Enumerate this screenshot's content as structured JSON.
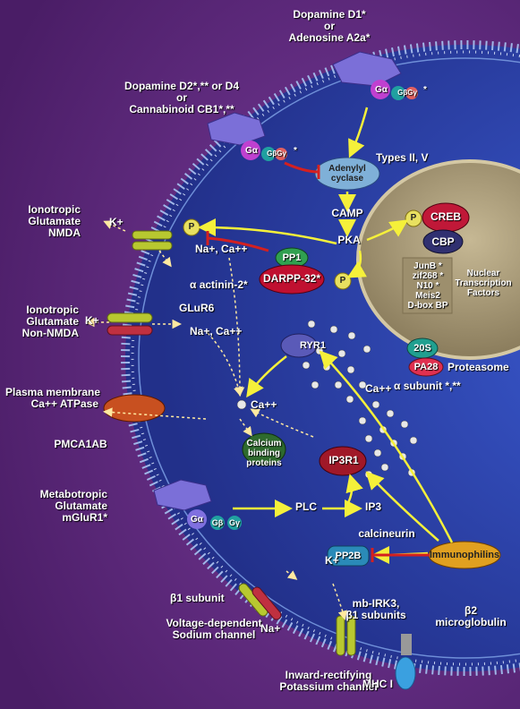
{
  "receptors": {
    "d1_line1": "Dopamine D1*",
    "d1_line2": "or",
    "d1_line3": "Adenosine A2a*",
    "d2_line1": "Dopamine D2*,** or D4",
    "d2_line2": "or",
    "d2_line3": "Cannabinoid CB1*,**",
    "nmda_line1": "Ionotropic",
    "nmda_line2": "Glutamate",
    "nmda_line3": "NMDA",
    "nonnmda_line1": "Ionotropic",
    "nonnmda_line2": "Glutamate",
    "nonnmda_line3": "Non-NMDA",
    "glur6": "GLuR6",
    "pmca_line1": "Plasma membrane",
    "pmca_line2": "Ca++ ATPase",
    "pmca1ab": "PMCA1AB",
    "mglu_line1": "Metabotropic",
    "mglu_line2": "Glutamate",
    "mglu_line3": "mGluR1*",
    "beta1": "β1 subunit",
    "vdsc_line1": "Voltage-dependent",
    "vdsc_line2": "Sodium channel",
    "irk_line1": "mb-IRK3,",
    "irk_line2": "β1 subunits",
    "kir_line1": "Inward-rectifying",
    "kir_line2": "Potassium channel",
    "b2m_line1": "β2",
    "b2m_line2": "microglobulin",
    "mhc": "MHC I"
  },
  "gproteins": {
    "ga": "Gα",
    "gbg": "GβGγ",
    "star": "*",
    "gb": "Gβ",
    "gg": "Gγ"
  },
  "signaling": {
    "types": "Types II, V",
    "adenylyl_line1": "Adenylyl",
    "adenylyl_line2": "cyclase",
    "camp": "CAMP",
    "pka": "PKA",
    "p": "P",
    "pp1": "PP1",
    "darpp": "DARPP-32*",
    "creb": "CREB",
    "cbp": "CBP",
    "alpha_actinin": "α actinin-2*",
    "ryr": "RYR1",
    "ca": "Ca++",
    "ca_binding_line1": "Calcium",
    "ca_binding_line2": "binding",
    "ca_binding_line3": "proteins",
    "ip3r": "IP3R1",
    "plc": "PLC",
    "ip3": "IP3",
    "calcineurin": "calcineurin",
    "pp2b": "PP2B",
    "immunophilins": "Immunophilins",
    "k_plus": "K+",
    "na_plus": "Na+",
    "na_ca": "Na+, Ca++",
    "proteasome": "Proteasome",
    "s20": "20S",
    "pa28": "PA28",
    "alpha_subunit": "α subunit *,**"
  },
  "nucleus": {
    "tf_list": [
      "JunB *",
      "zif268 *",
      "N10 *",
      "Meis2",
      "D-box BP"
    ],
    "nuclear_line1": "Nuclear",
    "nuclear_line2": "Transcription",
    "nuclear_line3": "Factors"
  },
  "colors": {
    "background": "#5a2a7a",
    "cytoplasm": "#2a3fa0",
    "nucleus": "#a89a7c",
    "arrow": "#f5f03a",
    "inhibit": "#d42020"
  }
}
